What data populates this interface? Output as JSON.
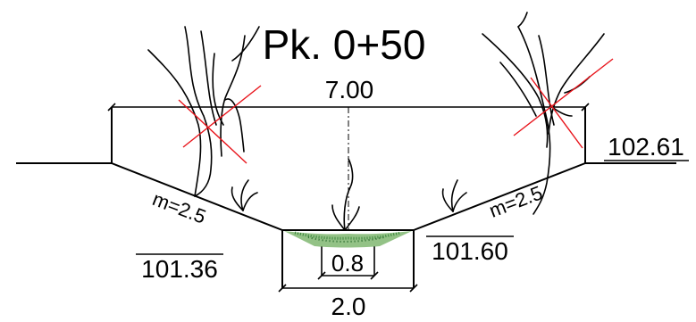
{
  "title": "Pk. 0+50",
  "top_width": "7.00",
  "bottom_width": "2.0",
  "depth_marker": "0.8",
  "left_slope": "m=2.5",
  "right_slope": "m=2.5",
  "elev_right_top": "102.61",
  "elev_left_bottom": "101.36",
  "elev_right_bottom": "101.60",
  "colors": {
    "line": "#000000",
    "cross_mark": "#e8141b",
    "vegetation_fill": "#2e8b2e"
  }
}
